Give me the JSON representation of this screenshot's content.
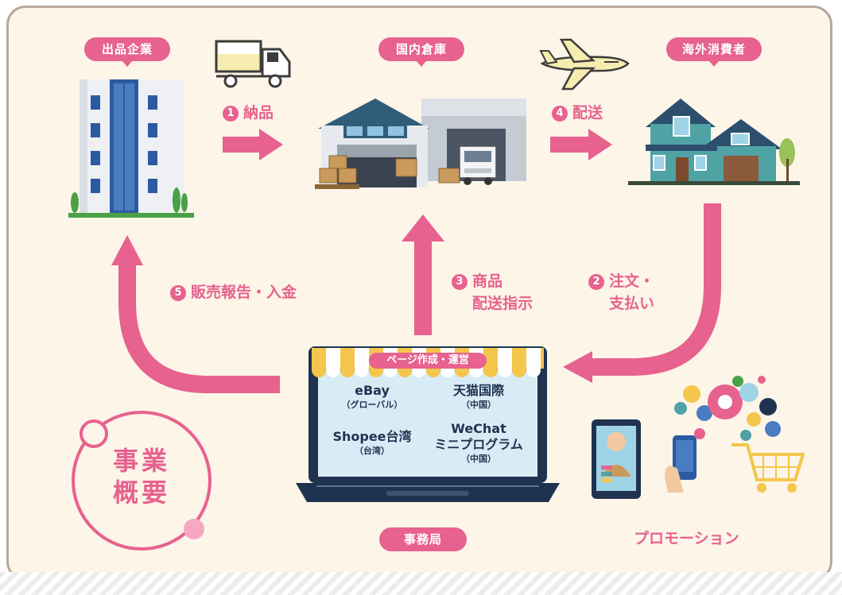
{
  "labels": {
    "company": "出品企業",
    "warehouse": "国内倉庫",
    "consumer": "海外消費者",
    "office": "事務局",
    "storefront": "ページ作成・運営"
  },
  "steps": {
    "s1": {
      "num": "1",
      "text": "納品"
    },
    "s2": {
      "num": "2",
      "line1": "注文・",
      "line2": "支払い"
    },
    "s3": {
      "num": "3",
      "line1": "商品",
      "line2": "配送指示"
    },
    "s4": {
      "num": "4",
      "text": "配送"
    },
    "s5": {
      "num": "5",
      "text": "販売報告・入金"
    }
  },
  "platforms": [
    {
      "name": "eBay",
      "note": "（グローバル）"
    },
    {
      "name": "天猫国際",
      "note": "（中国）"
    },
    {
      "name": "Shopee台湾",
      "note": "（台湾）"
    },
    {
      "name": "WeChat\nミニプログラム",
      "note": "（中国）"
    }
  ],
  "overview": {
    "line1": "事業",
    "line2": "概要"
  },
  "promotion": "プロモーション",
  "colors": {
    "accent": "#e7628e",
    "background": "#fcf5e8",
    "frame": "#b9a89a",
    "navy": "#1f3350"
  }
}
